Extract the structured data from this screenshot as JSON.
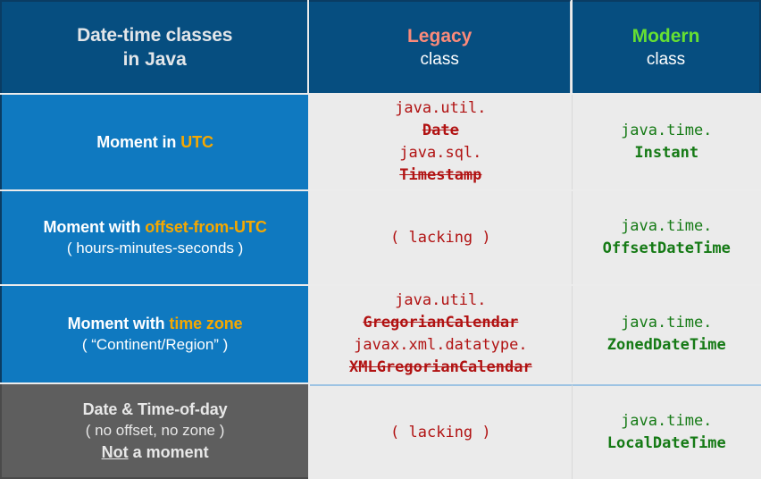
{
  "table": {
    "header": {
      "label_col": {
        "line1": "Date-time classes",
        "line2": "in Java"
      },
      "legacy_col": {
        "title": "Legacy",
        "subtitle": "class"
      },
      "modern_col": {
        "title": "Modern",
        "subtitle": "class"
      }
    },
    "rows": [
      {
        "label": {
          "line1_prefix": "Moment in ",
          "line1_highlight": "UTC",
          "line2": ""
        },
        "legacy": {
          "entries": [
            {
              "package": "java.util.",
              "class": "Date",
              "deprecated": true
            },
            {
              "package": "java.sql.",
              "class": "Timestamp",
              "deprecated": true
            }
          ],
          "lacking": ""
        },
        "modern": {
          "package": "java.time.",
          "class": "Instant"
        }
      },
      {
        "label": {
          "line1_prefix": "Moment with ",
          "line1_highlight": "offset-from-UTC",
          "line2": "( hours-minutes-seconds )"
        },
        "legacy": {
          "entries": [],
          "lacking": "( lacking )"
        },
        "modern": {
          "package": "java.time.",
          "class": "OffsetDateTime"
        }
      },
      {
        "label": {
          "line1_prefix": "Moment with ",
          "line1_highlight": "time zone",
          "line2": "( “Continent/Region” )"
        },
        "legacy": {
          "entries": [
            {
              "package": "java.util.",
              "class": "GregorianCalendar",
              "deprecated": true
            },
            {
              "package": "javax.xml.datatype.",
              "class": "XMLGregorianCalendar",
              "deprecated": true
            }
          ],
          "lacking": ""
        },
        "modern": {
          "package": "java.time.",
          "class": "ZonedDateTime"
        }
      },
      {
        "label": {
          "line1": "Date & Time-of-day",
          "line2": "( no offset, no zone )",
          "line3_underlined": "Not",
          "line3_rest": " a moment"
        },
        "legacy": {
          "entries": [],
          "lacking": "( lacking )"
        },
        "modern": {
          "package": "java.time.",
          "class": "LocalDateTime"
        }
      }
    ]
  },
  "colors": {
    "header_bg": "#064e80",
    "row_label_bg": "#0f79c0",
    "row_label_bg_alt": "#5e5e5e",
    "code_bg": "#ebebeb",
    "legacy_accent": "#fa8a7a",
    "modern_accent": "#66e032",
    "legacy_code": "#b11212",
    "modern_code": "#157a15",
    "highlight_gold": "#f5a800"
  }
}
